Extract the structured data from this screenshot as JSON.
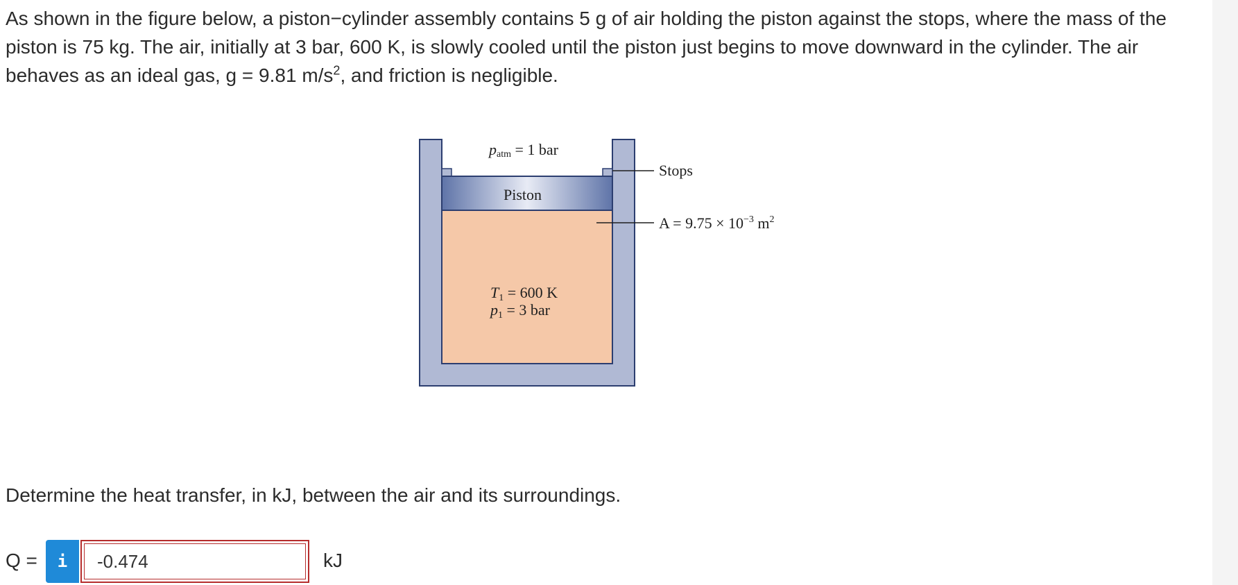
{
  "question": {
    "line1": "As shown in the figure below, a piston−cylinder assembly contains 5 g of air holding the piston against the stops, where the mass of the",
    "line2": "piston is 75 kg. The air, initially at 3 bar, 600 K, is slowly cooled until the piston just begins to move downward in the cylinder. The air",
    "line3_before_sup": "behaves as an ideal gas, g = 9.81 m/s",
    "line3_sup": "2",
    "line3_after_sup": ", and friction is negligible."
  },
  "figure": {
    "patm_symbol": "p",
    "patm_subscript": "atm",
    "patm_value": " = 1 bar",
    "piston_label": "Piston",
    "stops_label": "Stops",
    "area_label_prefix": "A = 9.75 × 10",
    "area_exponent": "−3",
    "area_unit": " m",
    "area_unit_exponent": "2",
    "t1_symbol": "T",
    "t1_subscript": "1",
    "t1_value": " = 600 K",
    "p1_symbol": "p",
    "p1_subscript": "1",
    "p1_value": " = 3 bar",
    "colors": {
      "cylinder_wall": "#b0b9d4",
      "outline": "#2c3e70",
      "air": "#f5c8a8",
      "piston_dark": "#5f74a8",
      "piston_light": "#e8ebf5"
    }
  },
  "prompt": "Determine the heat transfer, in kJ, between the air and its surroundings.",
  "answer": {
    "label": "Q =",
    "info_icon": "i",
    "value": "-0.474",
    "unit": "kJ"
  }
}
